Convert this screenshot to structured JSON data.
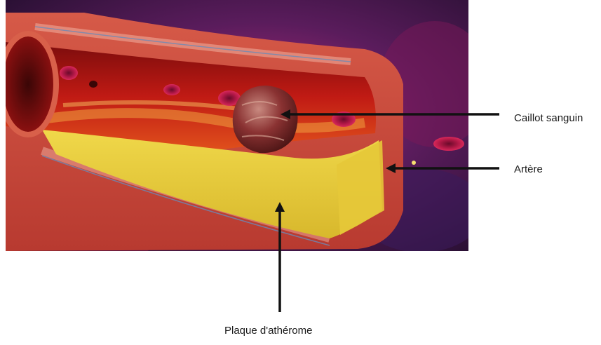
{
  "labels": {
    "clot": "Caillot sanguin",
    "artery": "Artère",
    "plaque": "Plaque d'athérome"
  },
  "colors": {
    "background_dark": "#2a1030",
    "background_magenta": "#a0206a",
    "artery_wall": "#c8433a",
    "lumen_red": "#b01818",
    "blood_flow_orange": "#e8782a",
    "plaque_yellow": "#e8d040",
    "clot_brown": "#7a2a2a",
    "arrow": "#111111"
  },
  "icons": {
    "artery": "artery-cross-section-illustration",
    "clot": "blood-clot-illustration",
    "red_cells": "red-blood-cell-icon"
  }
}
